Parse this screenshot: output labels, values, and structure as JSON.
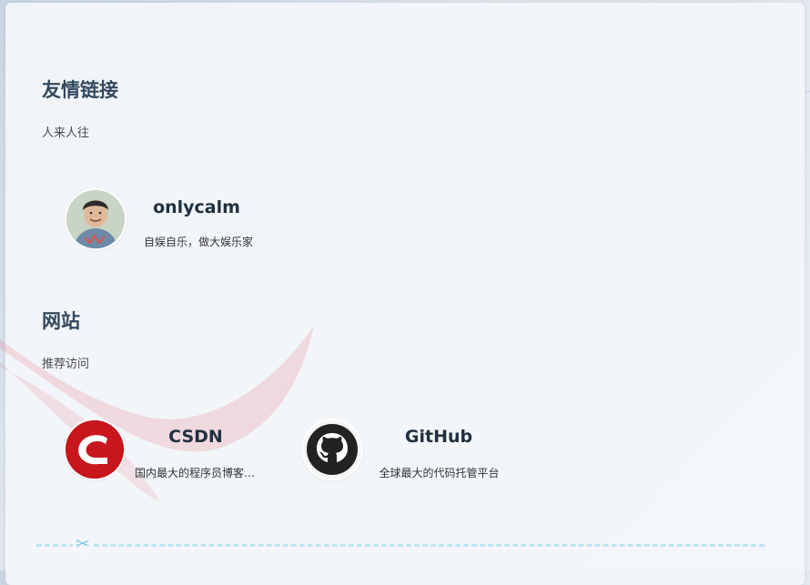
{
  "sections": [
    {
      "title": "友情链接",
      "subtitle": "人来人往",
      "links": [
        {
          "name": "onlycalm",
          "desc": "自娱自乐，做大娱乐家",
          "icon": "person-avatar-icon"
        }
      ]
    },
    {
      "title": "网站",
      "subtitle": "推荐访问",
      "links": [
        {
          "name": "CSDN",
          "desc": "国内最大的程序员博客社区",
          "icon": "csdn-logo-icon",
          "logo_letter": "C"
        },
        {
          "name": "GitHub",
          "desc": "全球最大的代码托管平台",
          "icon": "github-logo-icon"
        }
      ]
    }
  ],
  "divider": {
    "icon": "scissors-icon",
    "glyph": "✂"
  },
  "colors": {
    "title": "#34495e",
    "csdn_red": "#c7161c",
    "github_dark": "#222222",
    "divider": "#bfe3f3"
  }
}
